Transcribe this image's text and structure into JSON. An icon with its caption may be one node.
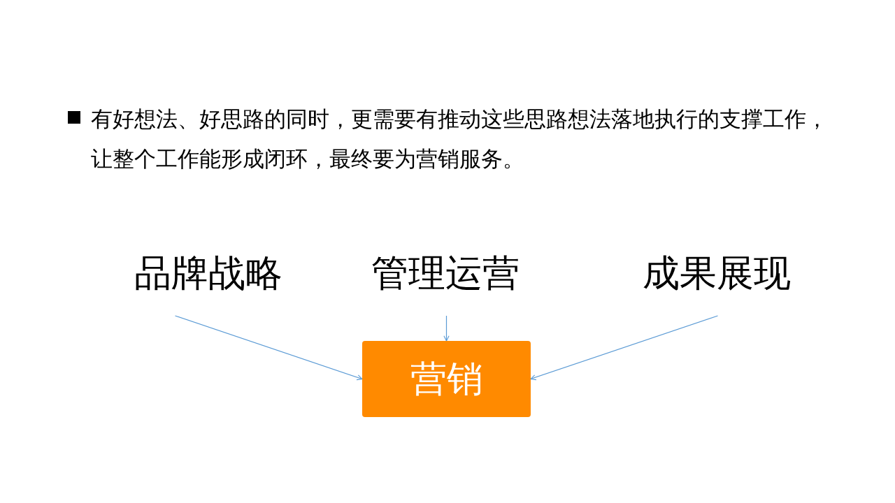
{
  "diagram": {
    "nodes": [
      {
        "text": [
          "品牌战略"
        ]
      },
      {
        "text": [
          "管理运营"
        ]
      },
      {
        "text": [
          "成果展现"
        ]
      },
      {
        "text": [
          "营销"
        ]
      }
    ],
    "edges": [
      {
        "from": 0,
        "to": 3,
        "arrow": "to"
      },
      {
        "from": 1,
        "to": 3,
        "arrow": "to"
      },
      {
        "from": 2,
        "to": 3,
        "arrow": "to"
      }
    ],
    "labels": [
      "有好想法、好思路的同时，更需要有推动这些思路想法落地执行的支撑工作，让整个工作能形成闭环，最终要为营销服务。"
    ]
  }
}
